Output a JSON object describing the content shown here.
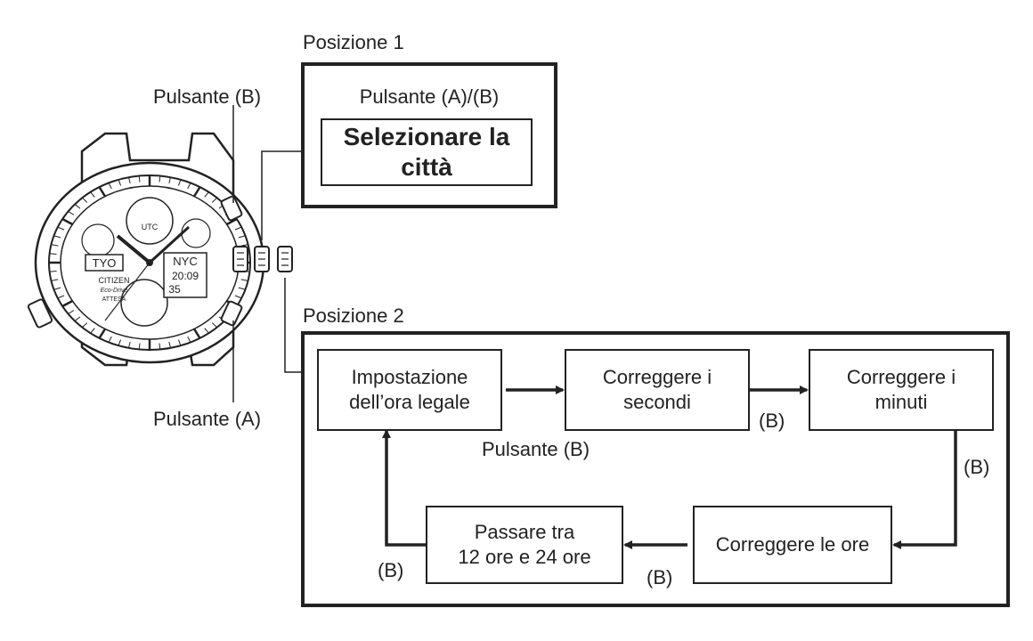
{
  "labels": {
    "pos1_title": "Posizione 1",
    "pos2_title": "Posizione 2",
    "button_b": "Pulsante (B)",
    "button_a": "Pulsante (A)",
    "pos1_buttons": "Pulsante (A)/(B)",
    "flow_button": "Pulsante (B)",
    "b1": "(B)",
    "b2": "(B)",
    "b3": "(B)",
    "b4": "(B)"
  },
  "pos1_box": {
    "text": "Selezionare la\ncittà"
  },
  "steps": [
    {
      "text": "Impostazione\ndell’ora legale"
    },
    {
      "text": "Correggere i\nsecondi"
    },
    {
      "text": "Correggere i\nminuti"
    },
    {
      "text": "Correggere le ore"
    },
    {
      "text": "Passare tra\n12 ore e 24 ore"
    }
  ],
  "watch": {
    "brand": "CITIZEN",
    "line": "Eco-Drive",
    "model": "ATTESA",
    "left_display": "TYO",
    "right_display": "NYC",
    "time_display": "20:09",
    "seconds_display": "35",
    "subdial": "UTC"
  }
}
